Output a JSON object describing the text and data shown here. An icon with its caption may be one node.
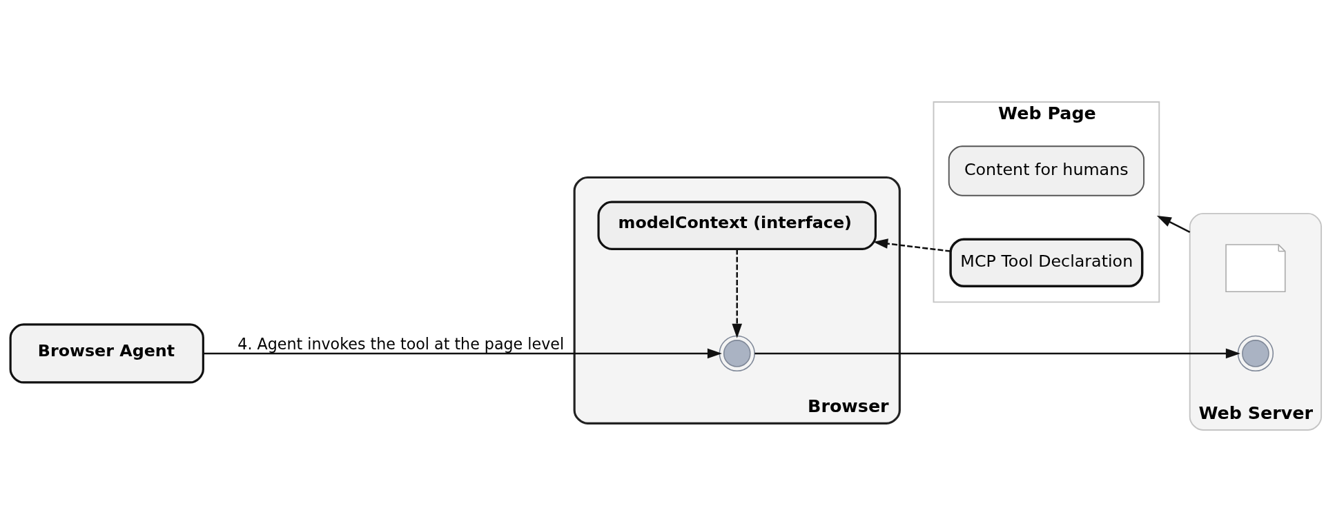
{
  "diagram": {
    "nodes": [
      {
        "text": [
          "Browser"
        ]
      },
      {
        "text": [
          "modelContext (interface)"
        ],
        "in": 0
      },
      {
        "text": [],
        "shape": "picture",
        "in": 0
      },
      {
        "text": [
          "Browser Agent"
        ]
      },
      {
        "text": [
          "Web Page"
        ]
      },
      {
        "text": [
          "Content for humans"
        ],
        "in": 4
      },
      {
        "text": [
          "MCP Tool Declaration"
        ],
        "in": 4
      },
      {
        "text": [
          "Web Server"
        ]
      },
      {
        "text": [],
        "shape": "picture",
        "in": 7
      },
      {
        "text": [],
        "shape": "picture",
        "in": 7
      }
    ],
    "edges": [
      {
        "from": 6,
        "to": 1,
        "arrow": "to",
        "style": "dashed"
      },
      {
        "from": 1,
        "to": 2,
        "arrow": "to",
        "style": "dashed"
      },
      {
        "from": 3,
        "to": 2,
        "arrow": "to",
        "label": "4. Agent invokes the tool at the page level"
      },
      {
        "from": 2,
        "to": 9,
        "arrow": "to"
      },
      {
        "from": 7,
        "to": 4,
        "arrow": "to"
      }
    ]
  }
}
